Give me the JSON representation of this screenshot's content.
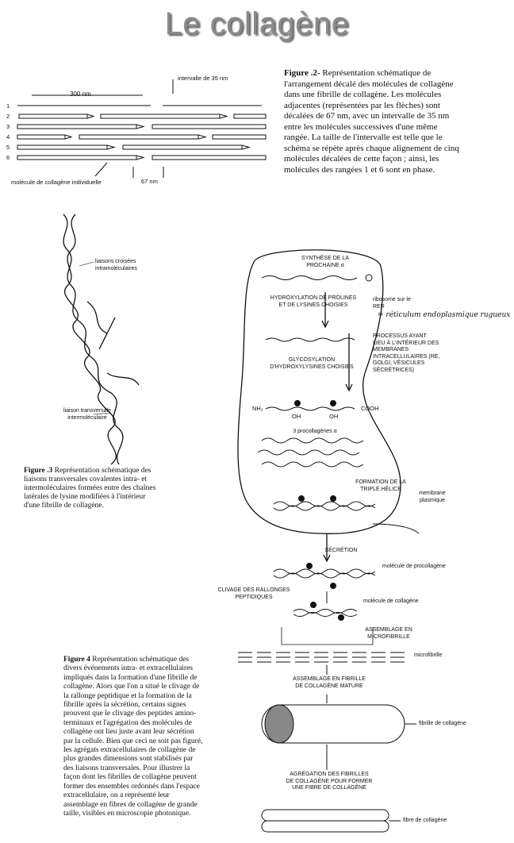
{
  "title": "Le collagène",
  "fig2": {
    "interval_label": "intervalle de 35 nm",
    "length_label": "300 nm",
    "row_labels": [
      "1",
      "2",
      "3",
      "4",
      "5",
      "6"
    ],
    "molecule_label": "molécule de collagène individuelle",
    "offset_label": "67 nm",
    "caption_head": "Figure .2-",
    "caption_text": "Représentation schématique de l'arrangement décalé des molécules de collagène dans une fibrille de collagène. Les molécules adjacentes (représentées par les flèches) sont décalées de 67 nm, avec un intervalle de 35 nm entre les molécules successives d'une même rangée. La taille de l'intervalle est telle que le schéma se répète après chaque alignement de cinq molécules décalées de cette façon ; ainsi, les molécules des rangées 1 et 6 sont en phase."
  },
  "fig3": {
    "label_intra": "liaisons croisées intramoléculaires",
    "label_inter": "liaison transversale intermoléculaire",
    "caption_head": "Figure .3",
    "caption_text": "Représentation schématique des liaisons transversales covalentes intra- et intermoléculaires formées entre des chaînes latérales de lysine modifiées à l'intérieur d'une fibrille de collagène."
  },
  "fig4": {
    "synthesis": "SYNTHÈSE DE LA PROCHAINE α",
    "hydroxylation": "HYDROXYLATION DE PROLINES ET DE LYSINES CHOISIES",
    "ribosomes": "ribosome sur le RER",
    "handwritten": "= réticulum endoplasmique rugueux",
    "glycosylation": "GLYCOSYLATION D'HYDROXYLYSINES CHOISIES",
    "process_inside": "PROCESSUS AYANT LIEU À L'INTÉRIEUR DES MEMBRANES INTRACELLULAIRES (RE, GOLGI, VÉSICULES SÉCRÉTRICES)",
    "nh2": "NH₂",
    "cooh": "COOH",
    "oh": "OH",
    "three_chains": "3 procollagènes α",
    "triple_helix": "FORMATION DE LA TRIPLE HÉLICE",
    "plasma_membrane": "membrane plasmique",
    "secretion": "SÉCRÉTION",
    "procollagen": "molécule de procollagène",
    "cleavage": "CLIVAGE DES RALLONGES PEPTIDIQUES",
    "collagen_molecule": "molécule de collagène",
    "microfibril_assembly": "ASSEMBLAGE EN MICROFIBRILLE",
    "microfibril": "microfibrille",
    "fibril_assembly": "ASSEMBLAGE EN FIBRILLE DE COLLAGÈNE MATURE",
    "fibril": "fibrille de collagène",
    "fiber_assembly": "AGRÉGATION DES FIBRILLES DE COLLAGÈNE POUR FORMER UNE FIBRE DE COLLAGÈNE",
    "fiber": "fibre de collagène",
    "caption_head": "Figure 4",
    "caption_text": "Représentation schématique des divers événements intra- et extracellulaires impliqués dans la formation d'une fibrille de collagène. Alors que l'on a situé le clivage de la rallonge peptidique et la formation de la fibrille après la sécrétion, certains signes prouvent que le clivage des peptides amino-terminaux et l'agrégation des molécules de collagène ont lieu juste avant leur sécrétion par la cellule. Bien que ceci ne soit pas figuré, les agrégats extracellulaires de collagène de plus grandes dimensions sont stabilisés par des liaisons transversales. Pour illustrer la façon dont les fibrilles de collagène peuvent former des ensembles ordonnés dans l'espace extracellulaire, on a représenté leur assemblage en fibres de collagène de grande taille, visibles en microscopie photonique."
  }
}
